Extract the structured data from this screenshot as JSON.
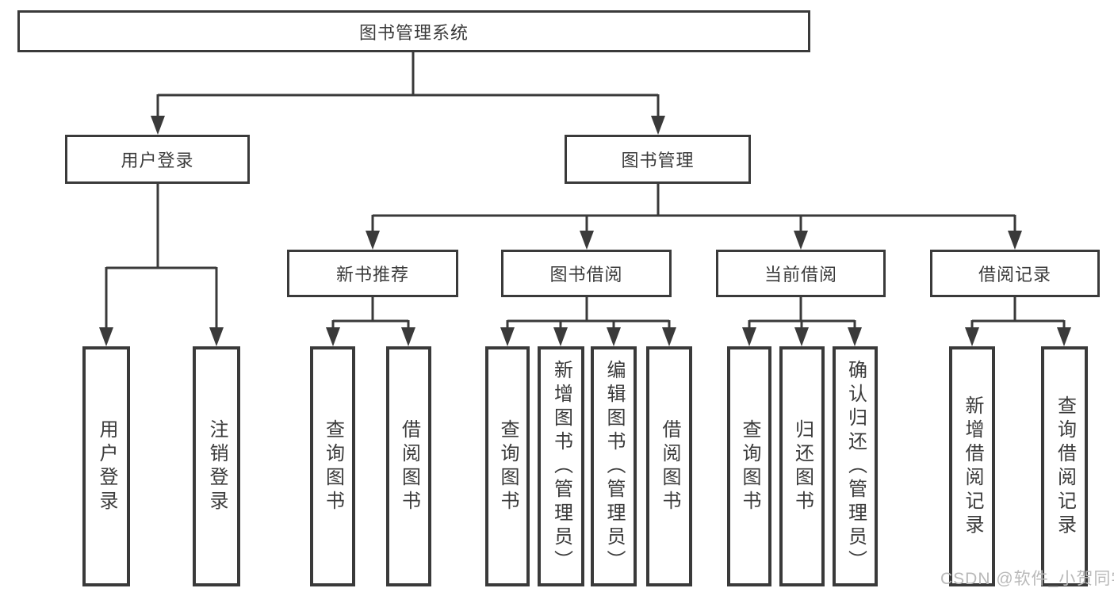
{
  "tree": {
    "root": {
      "label": "图书管理系统"
    },
    "children": [
      {
        "label": "用户登录",
        "leaves": [
          {
            "label": "用户登录"
          },
          {
            "label": "注销登录"
          }
        ]
      },
      {
        "label": "图书管理",
        "children": [
          {
            "label": "新书推荐",
            "leaves": [
              {
                "label": "查询图书"
              },
              {
                "label": "借阅图书"
              }
            ]
          },
          {
            "label": "图书借阅",
            "leaves": [
              {
                "label": "查询图书"
              },
              {
                "label": "新增图书（管理员）"
              },
              {
                "label": "编辑图书（管理员）"
              },
              {
                "label": "借阅图书"
              }
            ]
          },
          {
            "label": "当前借阅",
            "leaves": [
              {
                "label": "查询图书"
              },
              {
                "label": "归还图书"
              },
              {
                "label": "确认归还（管理员）"
              }
            ]
          },
          {
            "label": "借阅记录",
            "leaves": [
              {
                "label": "新增借阅记录"
              },
              {
                "label": "查询借阅记录"
              }
            ]
          }
        ]
      }
    ]
  },
  "colors": {
    "line": "#3a3a3a",
    "text": "#3b3b3b",
    "watermark": "#b9b9b9",
    "background": "#ffffff"
  },
  "watermark": "CSDN @软件_小贺同学"
}
